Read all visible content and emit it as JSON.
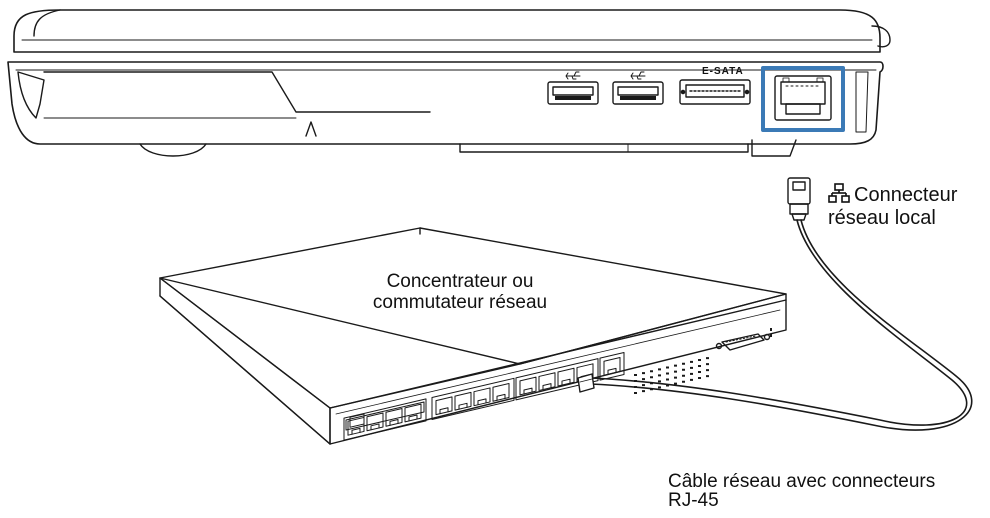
{
  "labels": {
    "lan_port_line1": "Connecteur",
    "lan_port_line2": "réseau local",
    "hub_line1": "Concentrateur ou",
    "hub_line2": "commutateur réseau",
    "cable_line1": "Câble réseau avec connecteurs",
    "cable_line2": "RJ-45",
    "esata": "E-SATA"
  },
  "icons": {
    "network": "network-icon",
    "usb": "usb-icon"
  },
  "colors": {
    "highlight": "#3b7ab6",
    "line": "#1a1a1a"
  }
}
